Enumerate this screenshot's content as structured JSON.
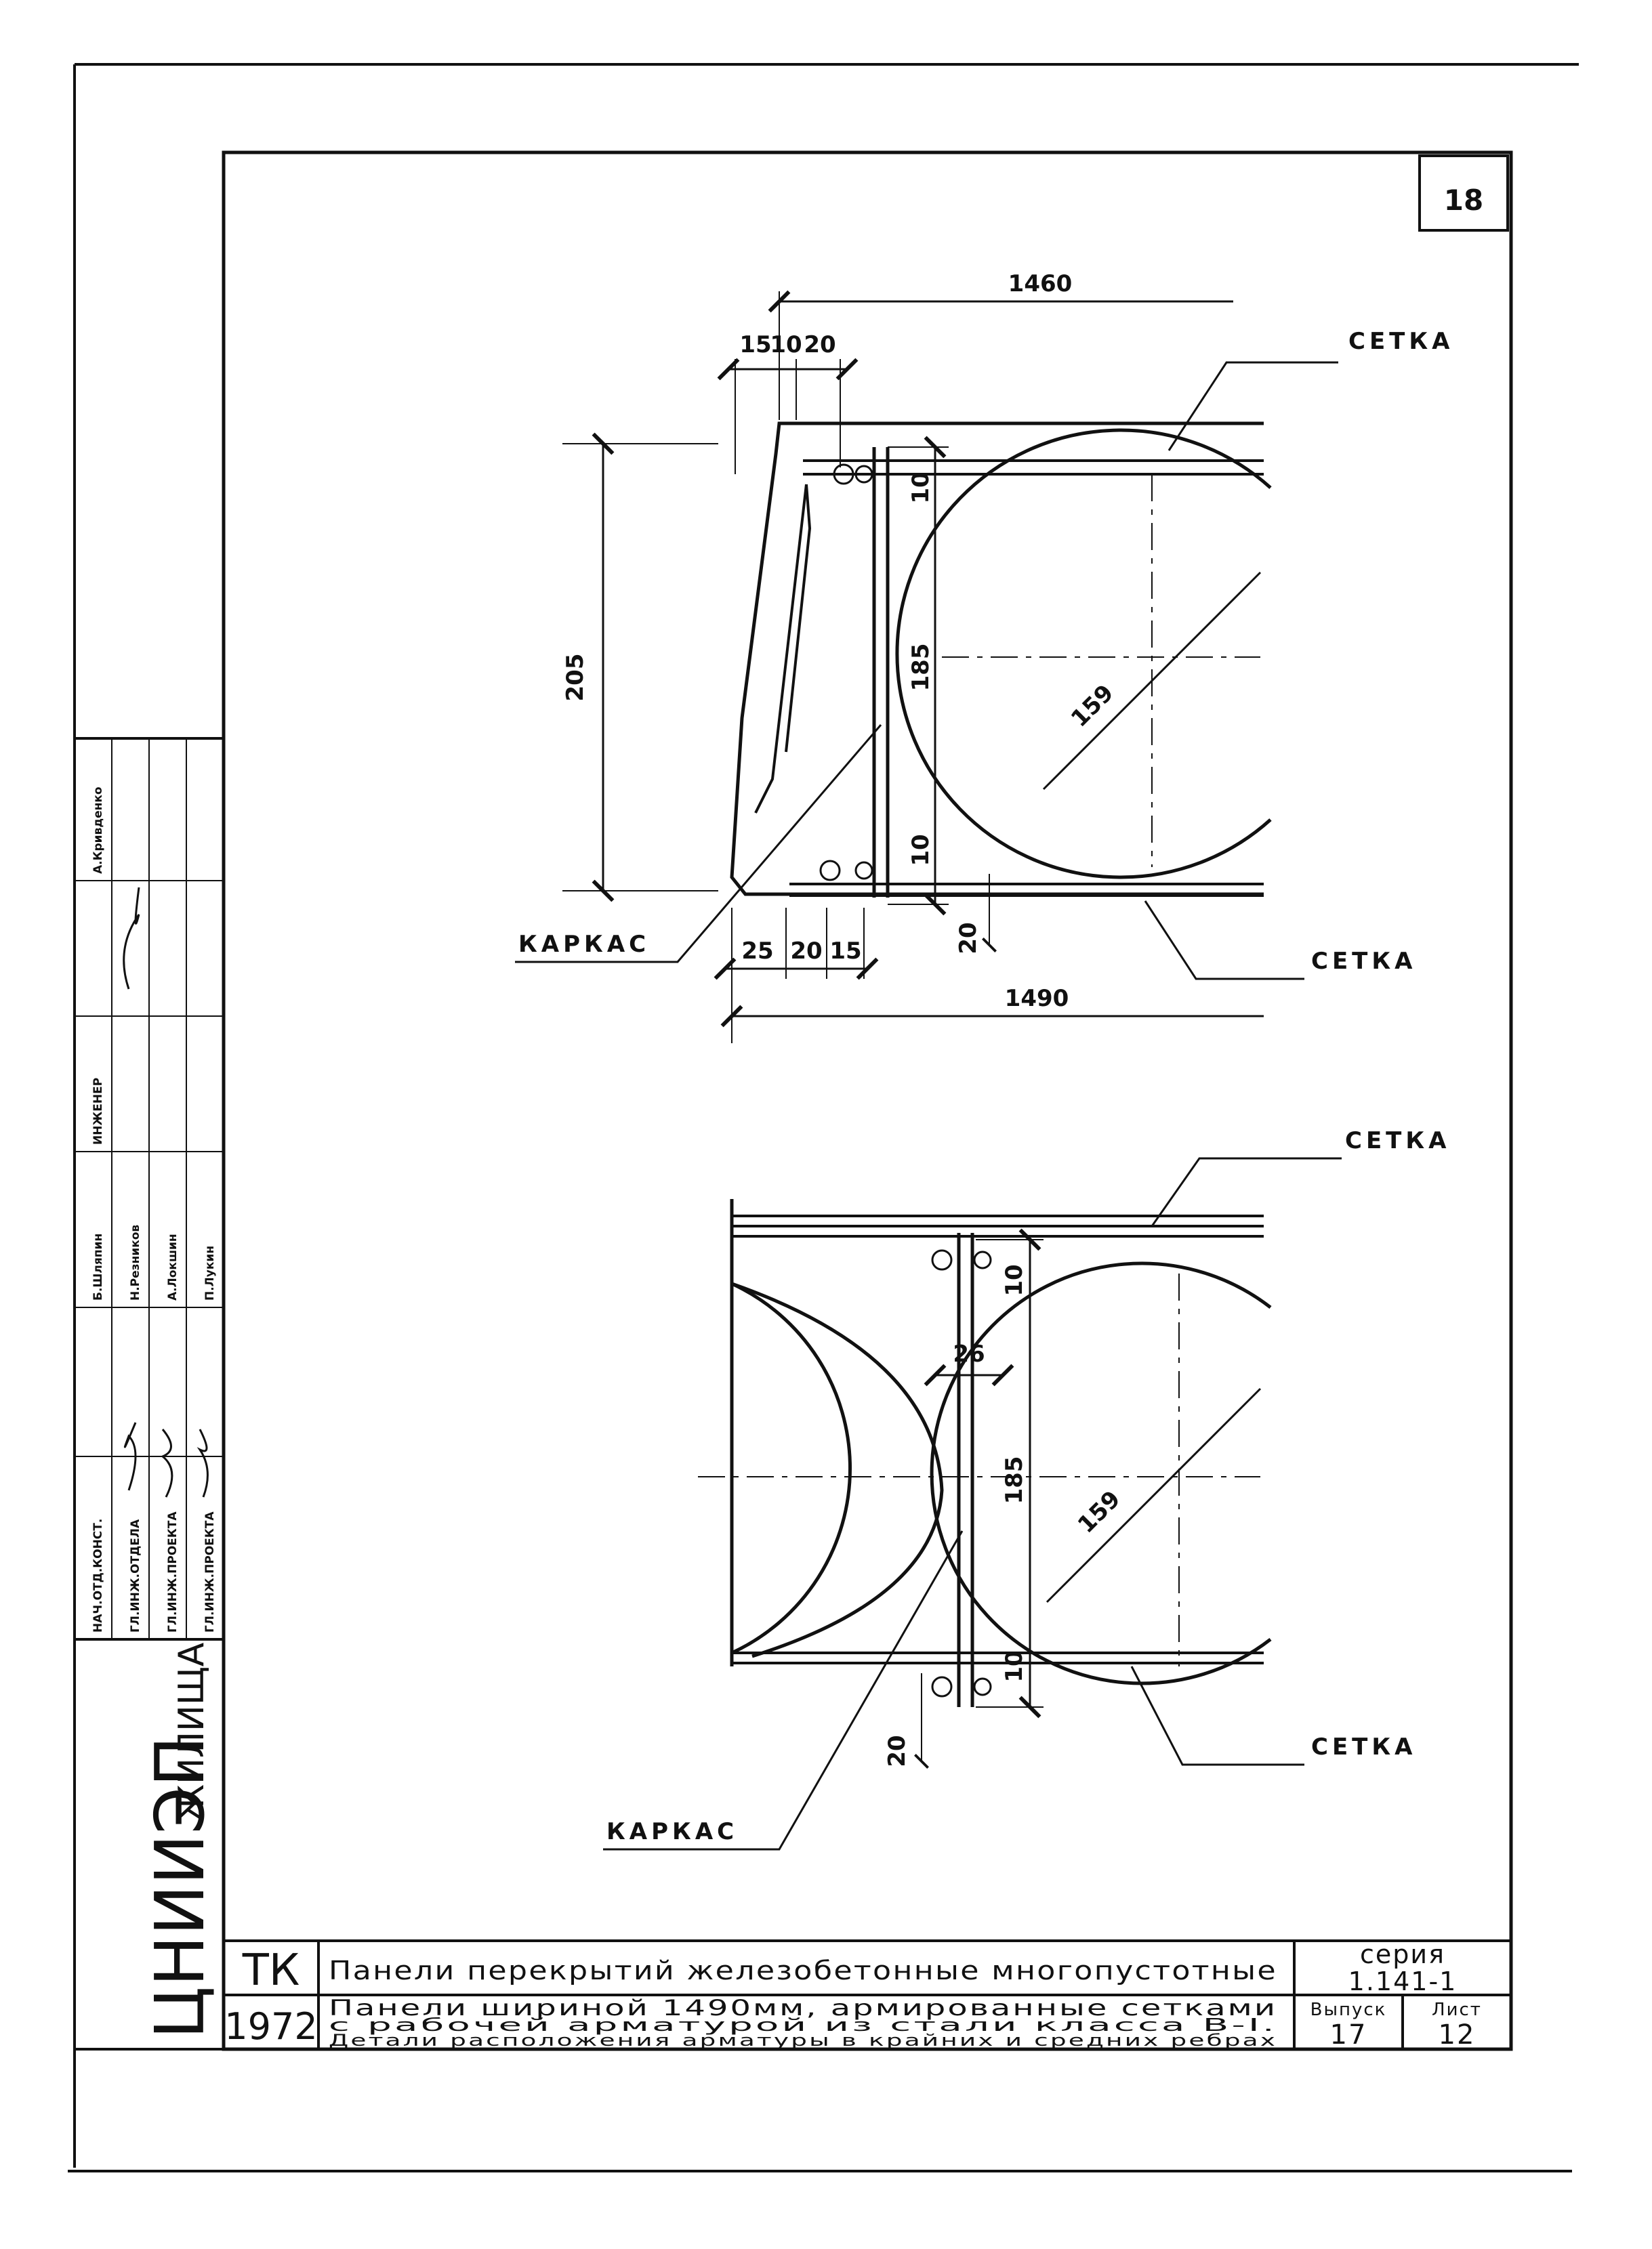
{
  "sheet_number": "18",
  "top_view": {
    "labels": {
      "mesh_top": "СЕТКА",
      "mesh_bottom": "СЕТКА",
      "frame": "КАРКАС"
    },
    "dims": {
      "width_top": "1460",
      "d15": "15",
      "d10": "10",
      "d20": "20",
      "height_total": "205",
      "cover_top": "10",
      "void_height": "185",
      "cover_bottom": "10",
      "diameter": "159",
      "bottom_20": "20",
      "b25": "25",
      "b20": "20",
      "b15": "15",
      "width_bottom": "1490"
    }
  },
  "bottom_view": {
    "labels": {
      "mesh_top": "СЕТКА",
      "mesh_bottom": "СЕТКА",
      "frame": "КАРКАС"
    },
    "dims": {
      "rib": "26",
      "cover_top": "10",
      "void_height": "185",
      "diameter": "159",
      "cover_bottom": "10",
      "bottom_20": "20"
    }
  },
  "title_block": {
    "code": "ТК",
    "year": "1972",
    "series_title": "Панели перекрытий железобетонные многопустотные",
    "series_label": "серия",
    "series_number": "1.141-1",
    "description_1": "Панели шириной 1490мм, армированные сетками",
    "description_2": "с рабочей арматурой из стали класса В-I.",
    "description_3": "Детали расположения арматуры в крайних и средних ребрах",
    "issue_label": "Выпуск",
    "issue_number": "17",
    "sheet_label": "Лист",
    "sheet_value": "12"
  },
  "org": {
    "name": "ЦНИИЭП",
    "suffix": "ЖИЛИЩА"
  },
  "stamp": {
    "titles": [
      "НАЧ.ОТД.КОНСТ.",
      "ГЛ.ИНЖ.ОТДЕЛА",
      "ГЛ.ИНЖ.ПРОЕКТА",
      "ГЛ.ИНЖ.ПРОЕКТА"
    ],
    "names": [
      "Б.Шляпин",
      "Н.Резников",
      "А.Локшин",
      "П.Лукин"
    ],
    "role": "ИНЖЕНЕР",
    "role_name": "А.Кривденко"
  }
}
